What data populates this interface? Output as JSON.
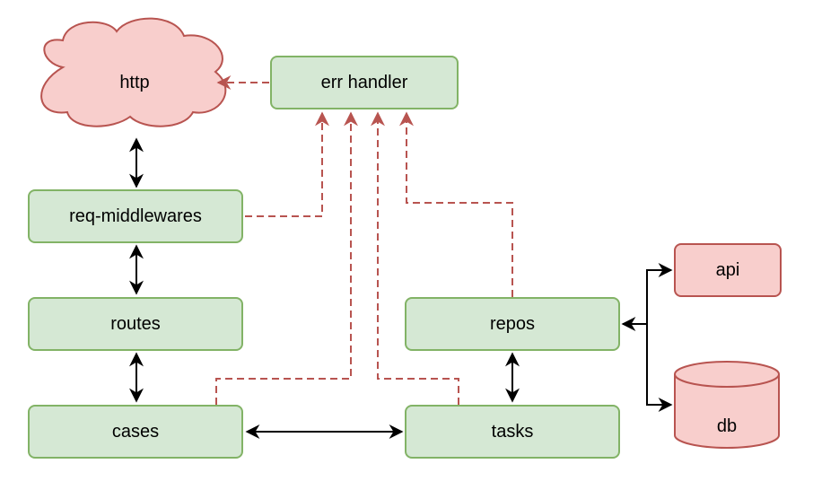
{
  "nodes": {
    "http": "http",
    "err_handler": "err handler",
    "req_middlewares": "req-middlewares",
    "routes": "routes",
    "cases": "cases",
    "repos": "repos",
    "tasks": "tasks",
    "api": "api",
    "db": "db"
  },
  "colors": {
    "green_fill": "#d5e8d4",
    "green_stroke": "#82b366",
    "red_fill": "#f8cecc",
    "red_stroke": "#b85450",
    "arrow": "#000000"
  }
}
